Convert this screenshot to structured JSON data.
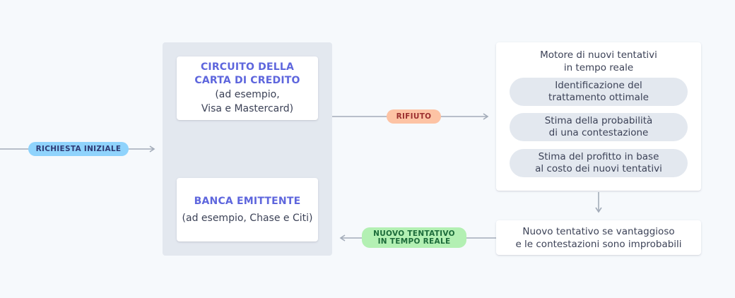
{
  "labels": {
    "initial_request": "RICHIESTA INIZIALE",
    "decline": "RIFIUTO",
    "retry_line1": "NUOVO TENTATIVO",
    "retry_line2": "IN TEMPO REALE"
  },
  "network": {
    "title_line1": "CIRCUITO DELLA",
    "title_line2": "CARTA DI CREDITO",
    "sub_line1": "(ad esempio,",
    "sub_line2": "Visa e Mastercard)"
  },
  "issuer": {
    "title": "BANCA EMITTENTE",
    "sub": "(ad esempio, Chase e Citi)"
  },
  "engine": {
    "title_line1": "Motore di nuovi tentativi",
    "title_line2": "in tempo reale",
    "items": [
      {
        "line1": "Identificazione del",
        "line2": "trattamento ottimale"
      },
      {
        "line1": "Stima della probabilità",
        "line2": "di una contestazione"
      },
      {
        "line1": "Stima del profitto in base",
        "line2": "al costo dei nuovi tentativi"
      }
    ]
  },
  "outcome": {
    "line1": "Nuovo tentativo se vantaggioso",
    "line2": "e le contestazioni sono improbabili"
  },
  "colors": {
    "accent": "#5e66dd",
    "line": "#a3acb9",
    "pill_blue": "#8fd3fc",
    "pill_orange": "#fdc3a4",
    "pill_green": "#b3f0b3"
  }
}
